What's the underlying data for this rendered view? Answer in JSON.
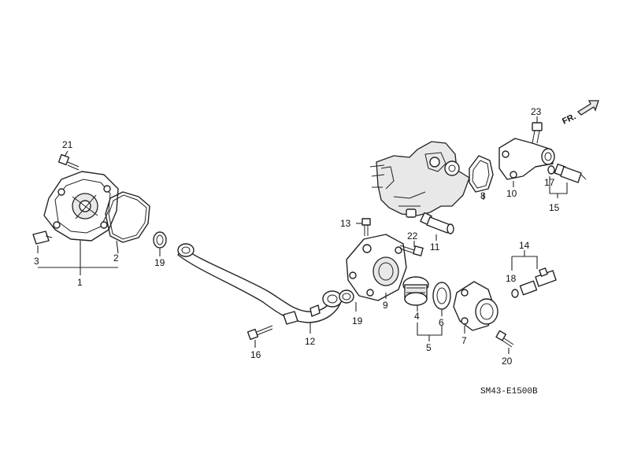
{
  "callouts": {
    "c1": "1",
    "c2": "2",
    "c3": "3",
    "c4": "4",
    "c5": "5",
    "c6": "6",
    "c7": "7",
    "c8": "8",
    "c9": "9",
    "c10": "10",
    "c11": "11",
    "c12": "12",
    "c13": "13",
    "c14": "14",
    "c15": "15",
    "c16": "16",
    "c17": "17",
    "c18": "18",
    "c19a": "19",
    "c19b": "19",
    "c20": "20",
    "c21": "21",
    "c22": "22",
    "c23": "23"
  },
  "direction_label": "FR.",
  "diagram_code": "SM43-E1500B"
}
